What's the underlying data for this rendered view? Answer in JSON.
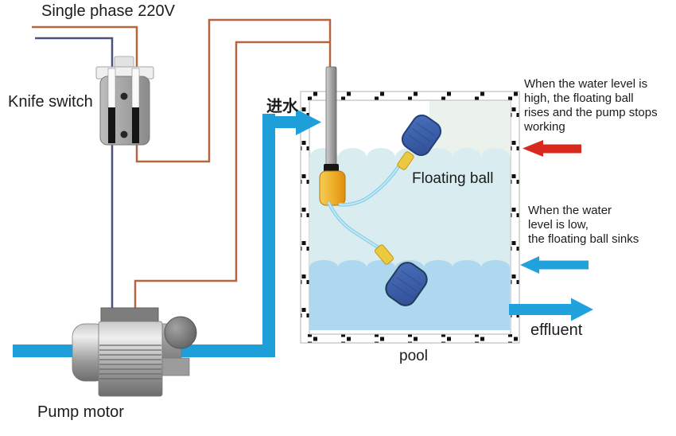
{
  "diagram": {
    "title": "Single phase 220V",
    "components": {
      "knife_switch": "Knife switch",
      "pump_motor": "Pump motor",
      "floating_ball": "Floating ball",
      "pool": "pool"
    },
    "flows": {
      "inlet_cn": "进水",
      "effluent": "effluent"
    },
    "annotations": {
      "high_level_lines": [
        "When the water level is",
        "high, the floating ball",
        "rises and the pump stops",
        "working"
      ],
      "low_level_lines": [
        "When the water",
        "level is low,",
        "the floating ball sinks"
      ]
    },
    "colors": {
      "pipe_blue": "#1f9fda",
      "arrow_blue": "#22a2dc",
      "arrow_red": "#d8291e",
      "wire_live_orange": "#b4663f",
      "wire_neutral_navy": "#4c5180",
      "water_high": "#d9ecef",
      "water_low": "#aed7f0",
      "float_ball_blue": "#3e63ad",
      "float_weight_yellow": "#eeae28",
      "cable_light_blue": "#8fd0ea",
      "metal_gray": "#9a9a9a"
    }
  }
}
